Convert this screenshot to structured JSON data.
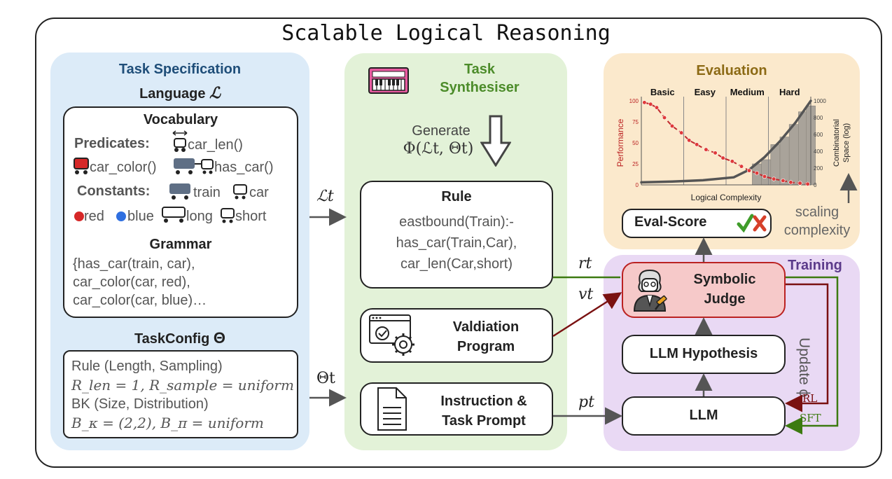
{
  "title": "Scalable Logical Reasoning",
  "spec": {
    "title": "Task Specification",
    "language_label": "Language",
    "language_symbol": "ℒ",
    "vocabulary": "Vocabulary",
    "predicates_label": "Predicates:",
    "pred_car_len": "car_len()",
    "pred_car_color": "car_color()",
    "pred_has_car": "has_car()",
    "constants_label": "Constants:",
    "const_train": "train",
    "const_car": "car",
    "const_red": "red",
    "const_blue": "blue",
    "const_long": "long",
    "const_short": "short",
    "grammar": "Grammar",
    "grammar_lines": [
      "{has_car(train, car),",
      "car_color(car, red),",
      "car_color(car, blue)…"
    ],
    "taskconfig_label": "TaskConfig",
    "taskconfig_symbol": "Θ",
    "cfg_line1": "Rule (Length, Sampling)",
    "cfg_line2": "R_len = 1, R_sample = uniform",
    "cfg_line3": "BK (Size, Distribution)",
    "cfg_line4": "B_κ = (2,2), B_π = uniform"
  },
  "synth": {
    "title_line1": "Task",
    "title_line2": "Synthesiser",
    "generate": "Generate",
    "generate_formula": "Φ(ℒt, Θt)",
    "rule_title": "Rule",
    "rule_lines": [
      "eastbound(Train):-",
      "has_car(Train,Car),",
      "car_len(Car,short)"
    ],
    "valid_line1": "Valdiation",
    "valid_line2": "Program",
    "instr_line1": "Instruction &",
    "instr_line2": "Task Prompt"
  },
  "arrows": {
    "l_t": "ℒt",
    "theta_t": "Θt",
    "r_t": "rt",
    "v_t": "vt",
    "p_t": "pt",
    "rl": "RL",
    "sft": "SFT",
    "update": "Update ϕ"
  },
  "eval": {
    "title": "Evaluation",
    "score": "Eval-Score",
    "scaling_line1": "scaling",
    "scaling_line2": "complexity"
  },
  "train": {
    "title": "Training",
    "judge_line1": "Symbolic",
    "judge_line2": "Judge",
    "hypothesis": "LLM Hypothesis",
    "llm": "LLM"
  },
  "colors": {
    "spec_bg": "#dcebf8",
    "synth_bg": "#e3f2d8",
    "eval_bg": "#fbe9cc",
    "train_bg": "#e9d9f4",
    "judge_bg": "#f6c9c9",
    "rl": "#7a1111",
    "sft": "#3c7a10",
    "red_dot": "#d62828",
    "blue_dot": "#2f6fe0"
  },
  "chart_data": {
    "type": "line",
    "xlabel": "Logical Complexity",
    "ylabel_left": "Performance",
    "ylabel_right": "Combinatorial Space (log)",
    "categories": [
      "Basic",
      "Easy",
      "Medium",
      "Hard"
    ],
    "yticks_left": [
      "0",
      "25",
      "50",
      "75",
      "100"
    ],
    "yticks_right": [
      "0",
      "200",
      "400",
      "600",
      "800",
      "1000"
    ],
    "ylim_left": [
      0,
      100
    ],
    "ylim_right": [
      0,
      1000
    ],
    "performance_points": [
      [
        0.2,
        98
      ],
      [
        0.6,
        96
      ],
      [
        1.0,
        92
      ],
      [
        1.5,
        80
      ],
      [
        2.0,
        70
      ],
      [
        2.6,
        62
      ],
      [
        3.1,
        53
      ],
      [
        3.6,
        48
      ],
      [
        4.2,
        42
      ],
      [
        4.8,
        38
      ],
      [
        5.3,
        32
      ],
      [
        5.9,
        28
      ],
      [
        6.5,
        22
      ],
      [
        7.0,
        17
      ],
      [
        7.5,
        14
      ],
      [
        8.0,
        10
      ],
      [
        8.6,
        7
      ],
      [
        9.2,
        5
      ],
      [
        9.7,
        3
      ],
      [
        10.3,
        2
      ],
      [
        10.8,
        1
      ]
    ],
    "bars": [
      [
        7.5,
        250
      ],
      [
        8.1,
        300
      ],
      [
        8.7,
        480
      ],
      [
        9.3,
        570
      ],
      [
        9.9,
        720
      ],
      [
        10.5,
        870
      ],
      [
        11.0,
        940
      ]
    ],
    "space_curve": [
      [
        0,
        30
      ],
      [
        2,
        40
      ],
      [
        4,
        55
      ],
      [
        6,
        90
      ],
      [
        7,
        180
      ],
      [
        8,
        330
      ],
      [
        9,
        520
      ],
      [
        10,
        740
      ],
      [
        11,
        1000
      ]
    ]
  }
}
